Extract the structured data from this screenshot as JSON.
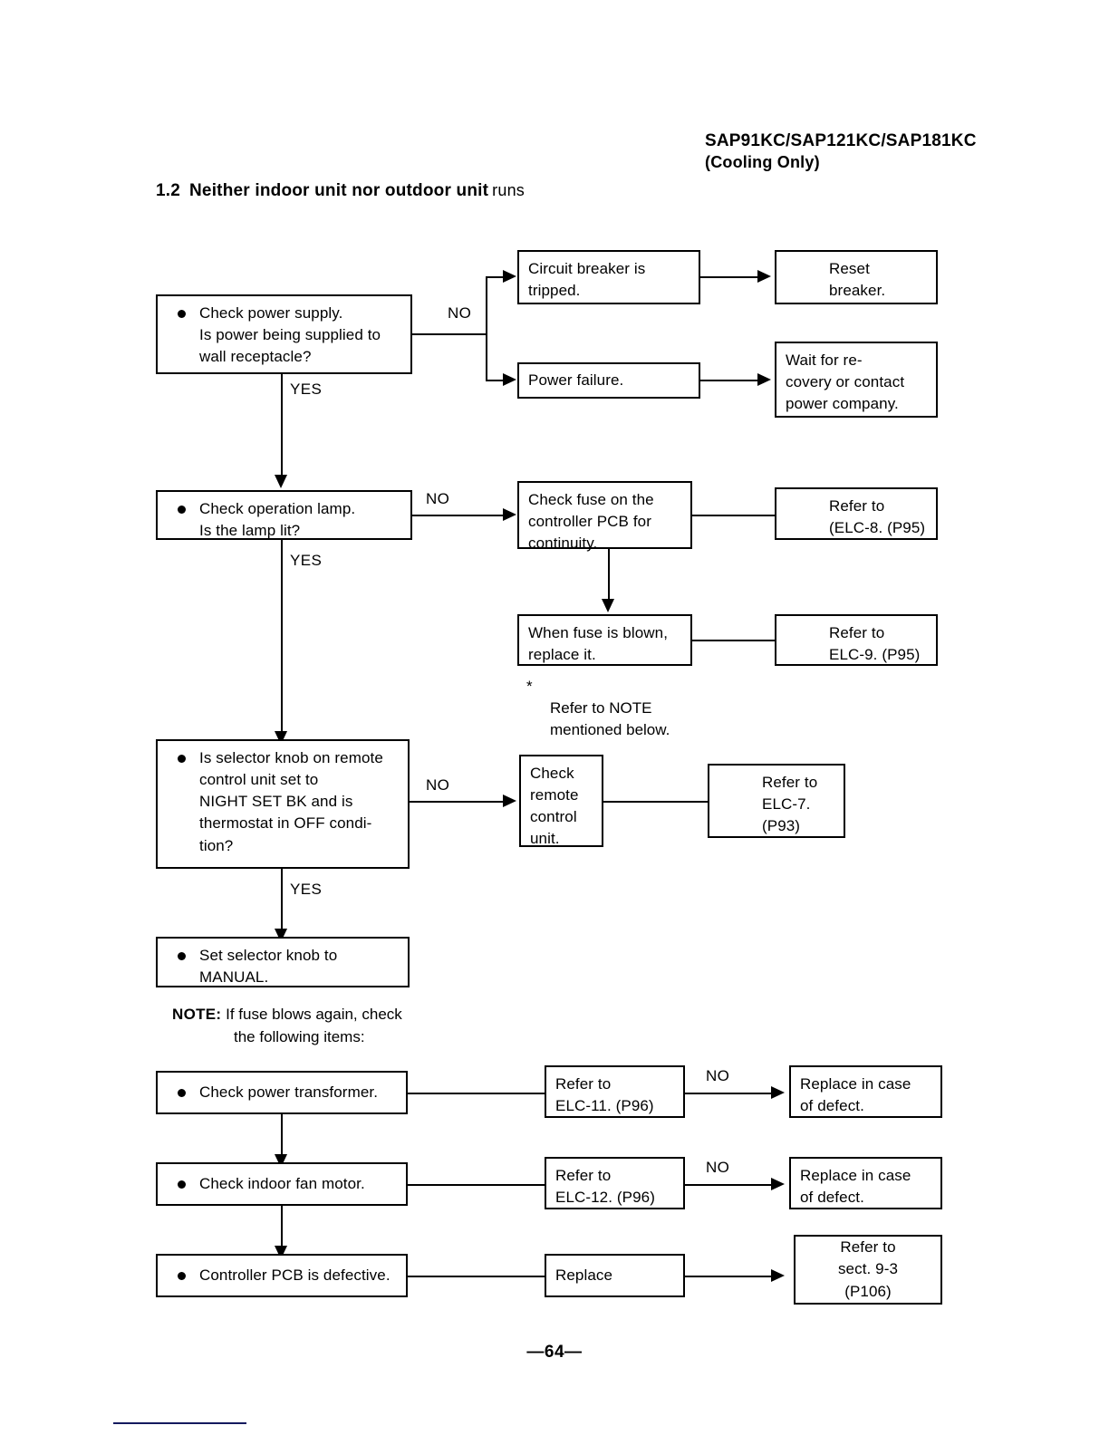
{
  "header": {
    "models": "SAP91KC/SAP121KC/SAP181KC",
    "variant": "(Cooling Only)"
  },
  "section": {
    "number": "1.2",
    "title": "Neither indoor unit nor outdoor unit",
    "title_tail": "runs"
  },
  "flow": {
    "step1": {
      "question": "Check power supply.\nIs power being supplied to\nwall receptacle?",
      "no_label": "NO",
      "yes_label": "YES",
      "branch_a": "Circuit breaker is\ntripped.",
      "branch_a_action": "Reset\nbreaker.",
      "branch_b": "Power failure.",
      "branch_b_action": "Wait for re-\ncovery or contact\npower company."
    },
    "step2": {
      "question": "Check operation lamp.\nIs the lamp lit?",
      "no_label": "NO",
      "yes_label": "YES",
      "action": "Check fuse on the\ncontroller PCB for\ncontinuity.",
      "action_ref": "Refer to\n(ELC-8. (P95)",
      "followup": "When fuse is blown,\nreplace it.",
      "followup_ref": "Refer to\nELC-9. (P95)",
      "star_note": "Refer to NOTE\nmentioned below.",
      "star_symbol": "*"
    },
    "step3": {
      "question": "Is selector knob on remote\ncontrol unit set to\nNIGHT SET BK and is\nthermostat in OFF condi-\ntion?",
      "no_label": "NO",
      "yes_label": "YES",
      "action": "Check\nremote\ncontrol\nunit.",
      "action_ref": "Refer to\nELC-7.\n(P93)"
    },
    "step4": {
      "action": "Set selector knob to\nMANUAL."
    }
  },
  "note": {
    "label": "NOTE:",
    "line1": "If fuse blows again, check",
    "line2": "the following items:"
  },
  "checks": [
    {
      "item": "Check power transformer.",
      "reference": "Refer to\nELC-11.  (P96)",
      "edge_label": "NO",
      "result": "Replace in case\nof defect."
    },
    {
      "item": "Check indoor fan motor.",
      "reference": "Refer to\nELC-12.  (P96)",
      "edge_label": "NO",
      "result": "Replace in case\nof defect."
    },
    {
      "item": "Controller PCB is defective.",
      "reference": "Replace",
      "edge_label": "",
      "result": "Refer to\nsect. 9-3\n(P106)"
    }
  ],
  "footer": {
    "page_number": "—64—"
  }
}
